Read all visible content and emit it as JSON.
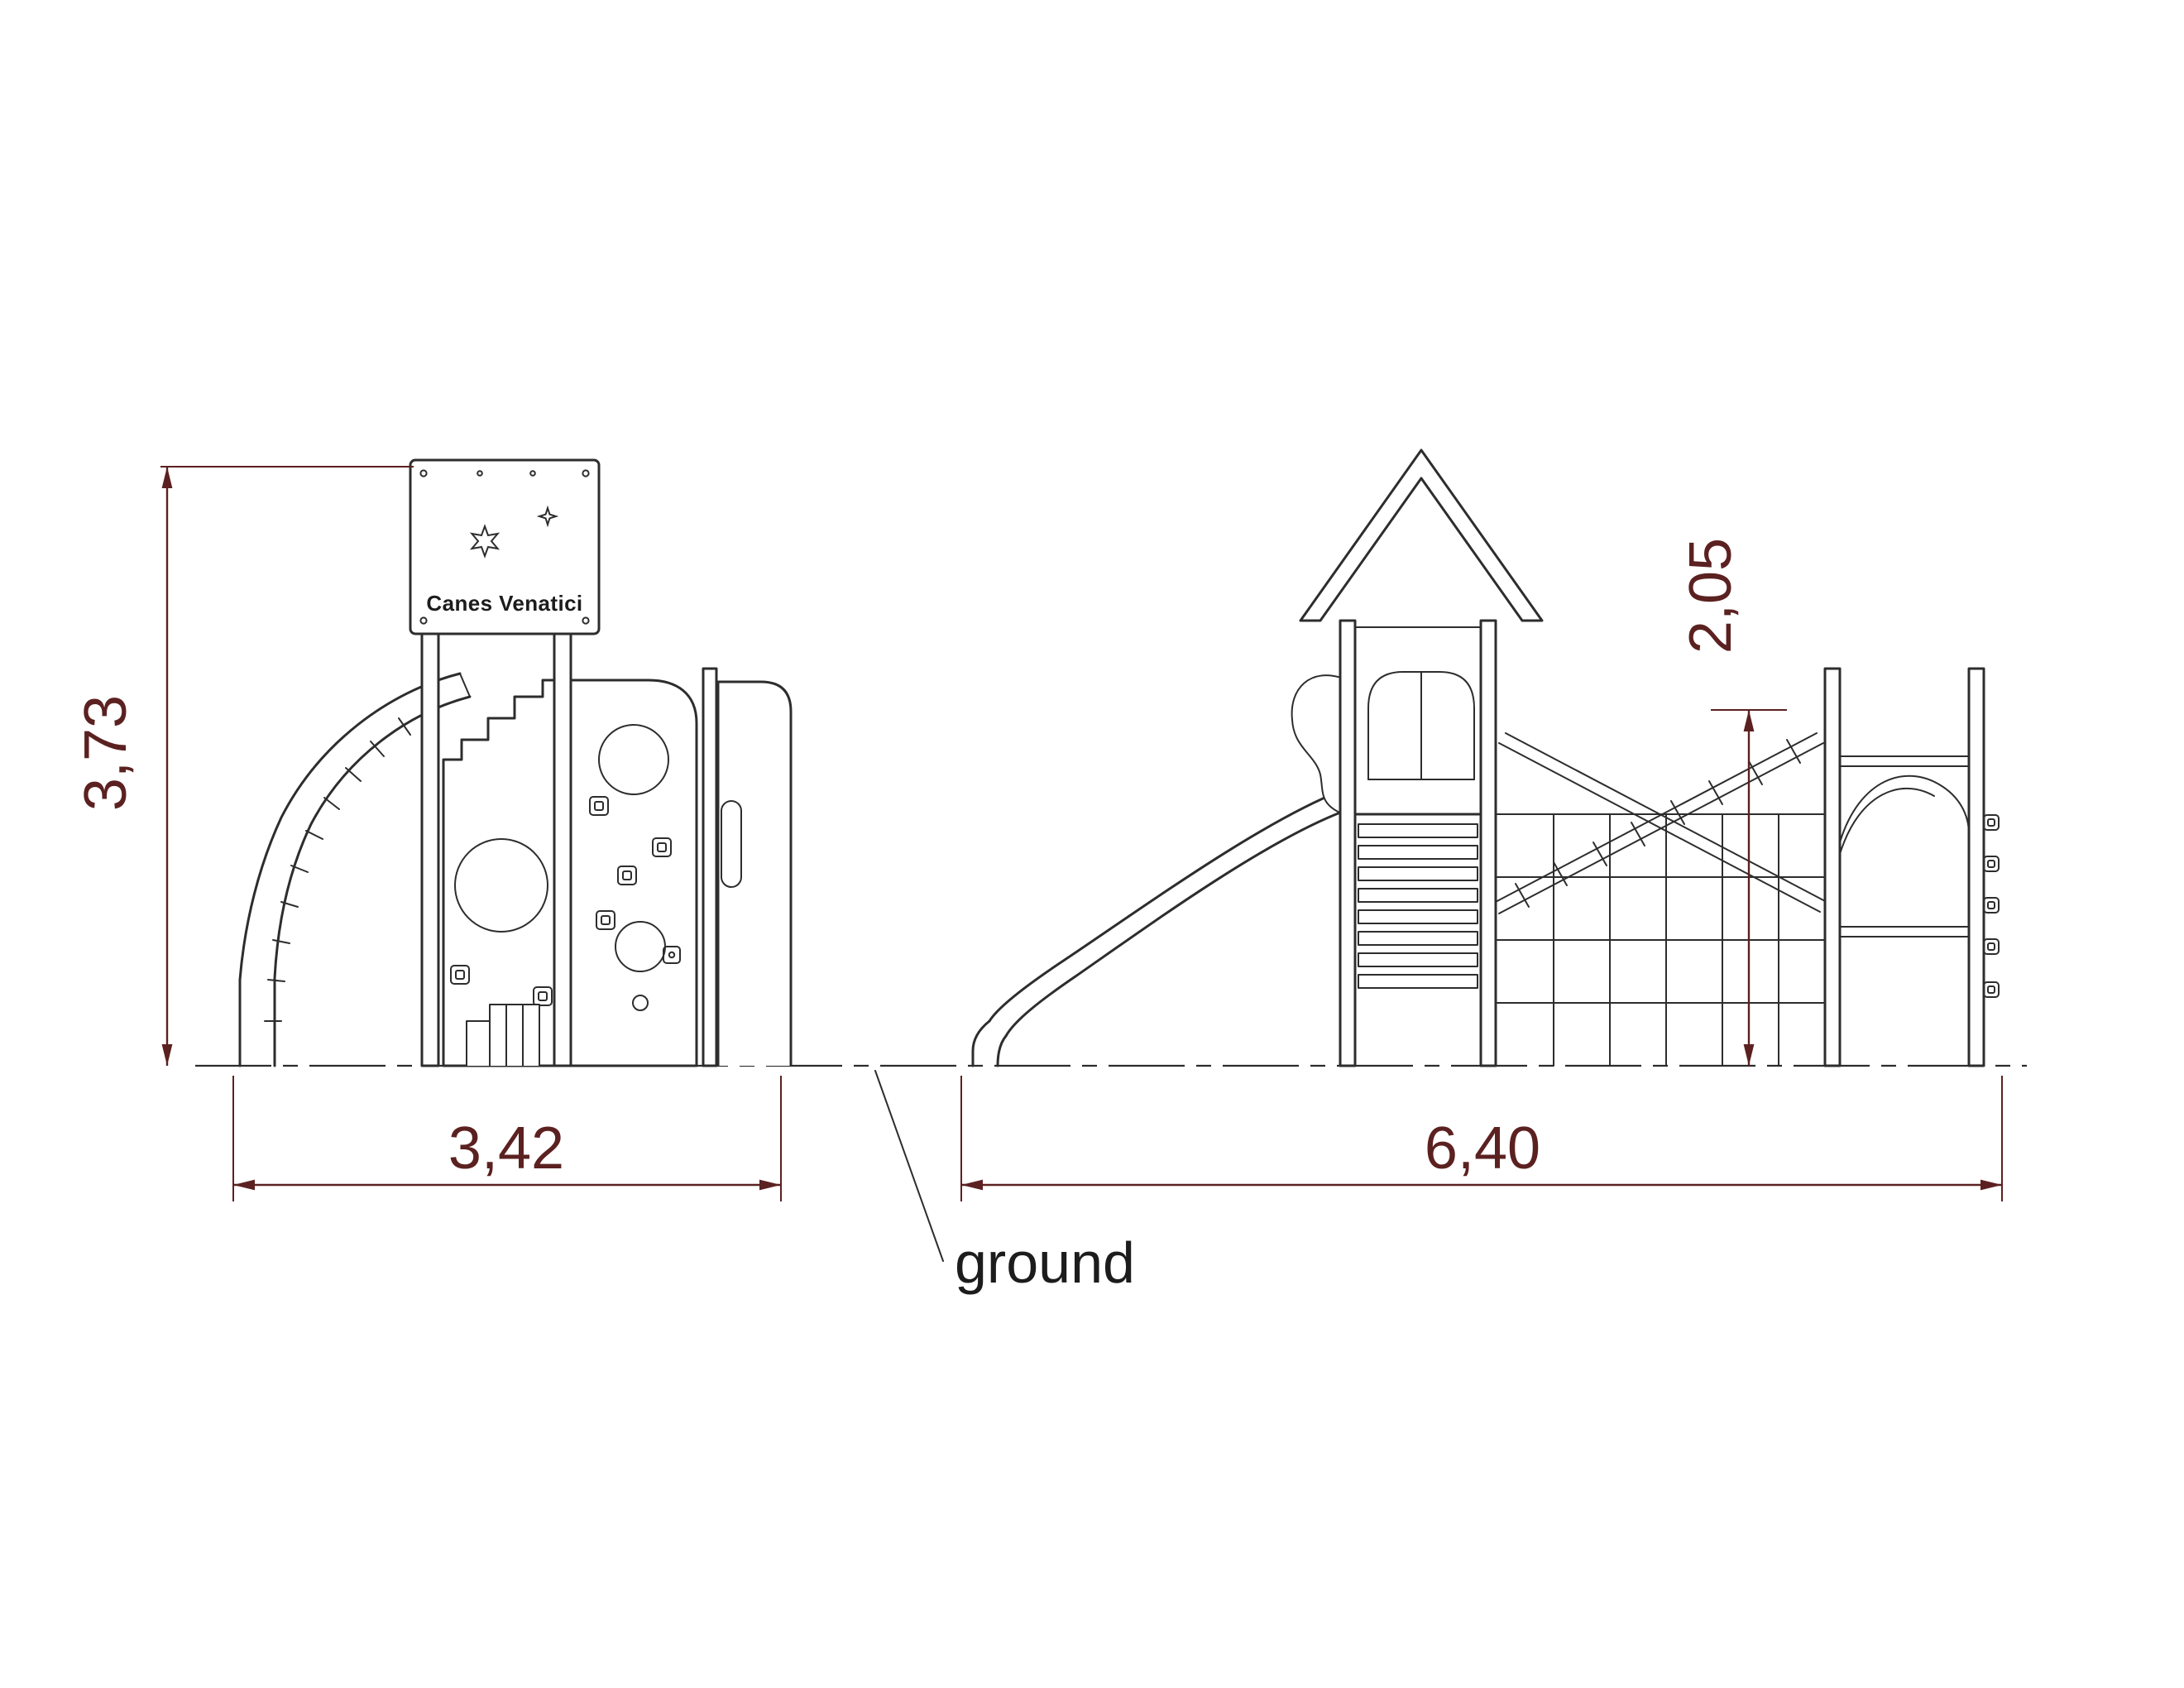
{
  "drawing": {
    "type": "playground-equipment-elevation-drawing",
    "sign_title": "Canes Venatici",
    "labels": {
      "ground": "ground"
    },
    "dimensions": {
      "overall_height_m": "3,73",
      "side_view_width_m": "3,42",
      "front_view_width_m": "6,40",
      "platform_height_m": "2,05"
    },
    "colors": {
      "geometry": "#2d2d2d",
      "dimension": "#5b2120",
      "label": "#1c1c1c",
      "background": "#ffffff"
    }
  }
}
